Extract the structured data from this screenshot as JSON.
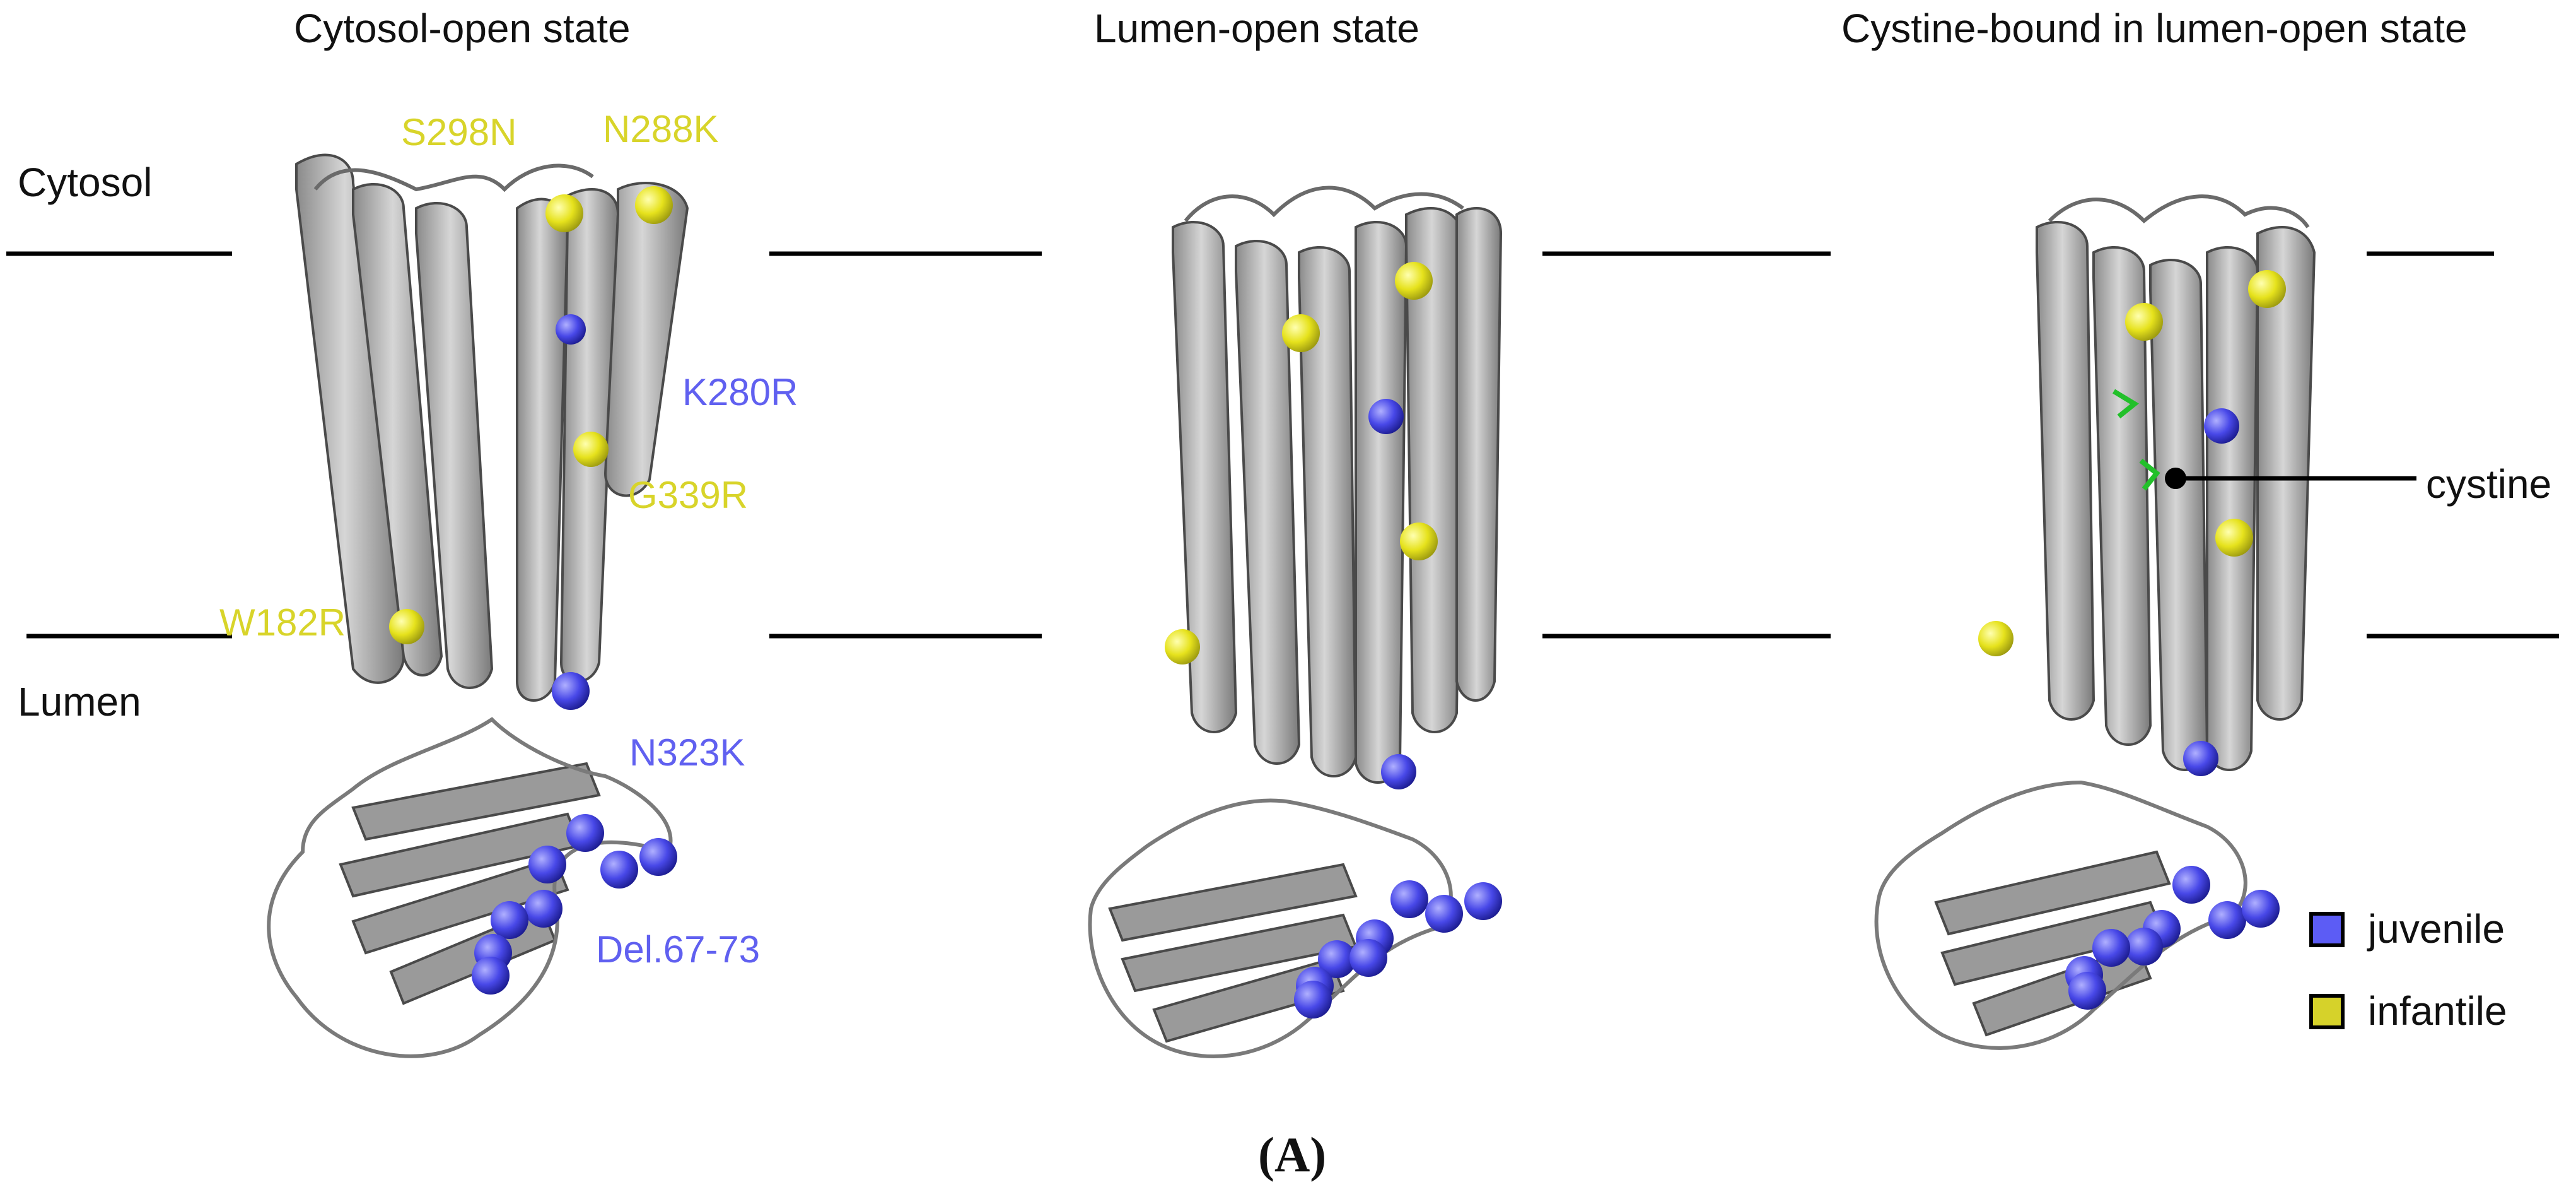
{
  "panels": {
    "p1_title": "Cytosol-open state",
    "p2_title": "Lumen-open state",
    "p3_title": "Cystine-bound in lumen-open state"
  },
  "compartments": {
    "cytosol": "Cytosol",
    "lumen": "Lumen"
  },
  "mutations": {
    "s298n": "S298N",
    "n288k": "N288K",
    "k280r": "K280R",
    "g339r": "G339R",
    "w182r": "W182R",
    "n323k": "N323K",
    "del": "Del.67-73"
  },
  "annotation": {
    "cystine": "cystine"
  },
  "legend": {
    "juvenile": {
      "label": "juvenile",
      "color": "#5c5cf5"
    },
    "infantile": {
      "label": "infantile",
      "color": "#d6d22a"
    }
  },
  "caption": "(A)"
}
